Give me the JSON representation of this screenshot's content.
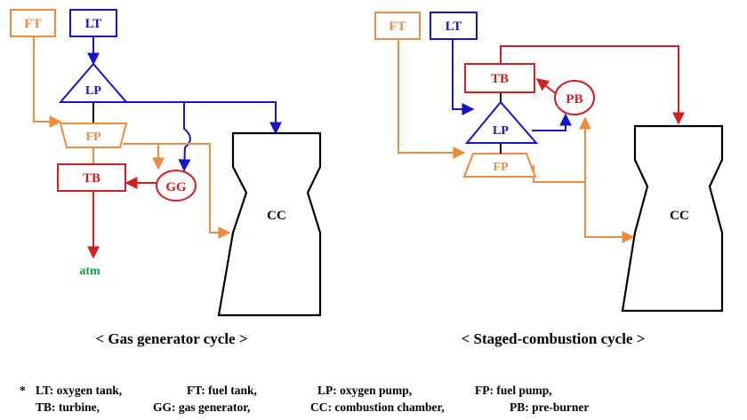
{
  "colors": {
    "oxygen": "#1414c8",
    "fuel": "#f08a3c",
    "hot": "#d21e1e",
    "exhaust": "#10a040",
    "chamber": "#000000"
  },
  "gas_generator": {
    "caption": "< Gas generator cycle >",
    "ft": "FT",
    "lt": "LT",
    "lp": "LP",
    "fp": "FP",
    "tb": "TB",
    "gg": "GG",
    "cc": "CC",
    "atm": "atm"
  },
  "staged": {
    "caption": "< Staged-combustion cycle >",
    "ft": "FT",
    "lt": "LT",
    "tb": "TB",
    "pb": "PB",
    "lp": "LP",
    "fp": "FP",
    "cc": "CC"
  },
  "legend": {
    "star": "*",
    "row1": [
      "LT: oxygen tank,",
      "FT: fuel tank,",
      "LP: oxygen pump,",
      "FP: fuel pump,"
    ],
    "row2": [
      "TB: turbine,",
      "GG: gas generator,",
      "CC: combustion chamber,",
      "PB: pre-burner"
    ]
  }
}
